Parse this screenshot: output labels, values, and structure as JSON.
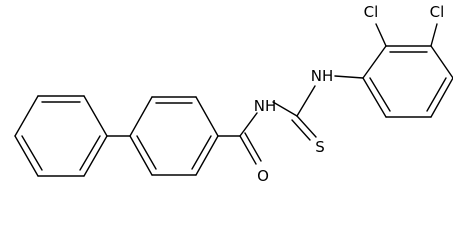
{
  "atoms": {
    "chlorine_upper": "Cl",
    "chlorine_right": "Cl",
    "amine_aryl": "NH",
    "amine_acyl": "NH",
    "sulfur": "S",
    "oxygen": "O"
  }
}
